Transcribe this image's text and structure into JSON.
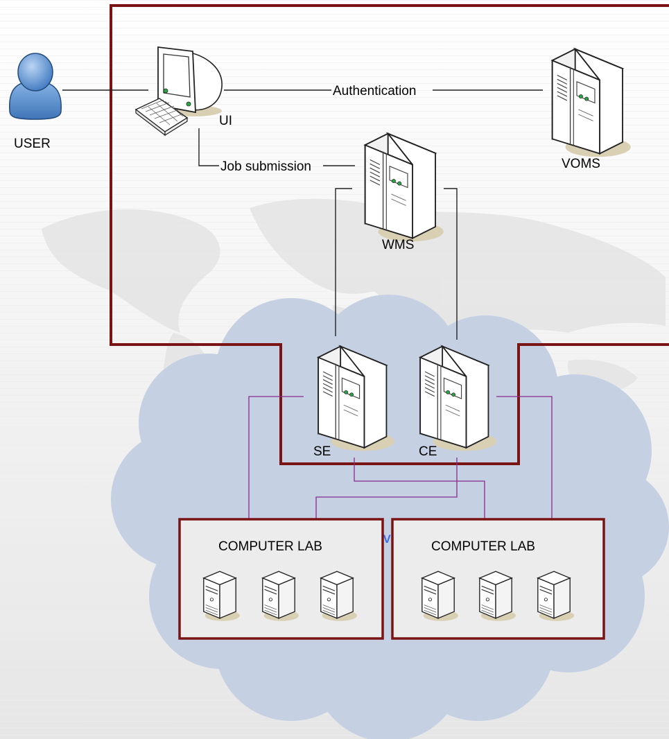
{
  "diagram": {
    "user_label": "USER",
    "ui_label": "UI",
    "voms_label": "VOMS",
    "wms_label": "WMS",
    "se_label": "SE",
    "ce_label": "CE",
    "authentication_label": "Authentication",
    "job_submission_label": "Job submission",
    "vpn_label": "VPN",
    "labs": [
      {
        "title": "COMPUTER LAB"
      },
      {
        "title": "COMPUTER LAB"
      }
    ]
  },
  "colors": {
    "grid_border": "#7a1414",
    "vpn_cloud": "#c5d1e3",
    "vpn_text": "#3d6de0",
    "lab_link": "#8a2a8a",
    "lab_fill": "#ececec",
    "user_blue": "#5b93d3",
    "server_shadow": "#d7ceb2"
  },
  "icons": {
    "user": "user-icon",
    "workstation": "workstation-icon",
    "server": "server-icon",
    "desktop": "desktop-pc-icon",
    "cloud": "cloud-icon"
  }
}
